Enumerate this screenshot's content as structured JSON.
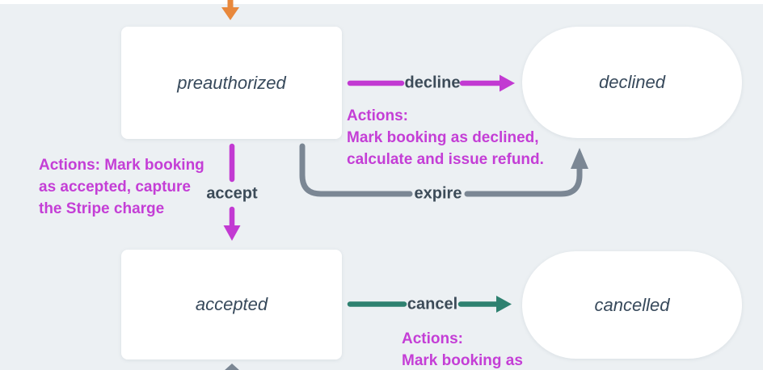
{
  "colors": {
    "bg": "#ecf0f3",
    "node-fill": "#ffffff",
    "node-text": "#37495b",
    "label-text": "#3c4b58",
    "magenta": "#c23ad2",
    "magenta-text": "#c43ed6",
    "teal": "#2e8170",
    "gray": "#7b8794",
    "orange": "#e8883c"
  },
  "states": {
    "preauthorized": "preauthorized",
    "declined": "declined",
    "accepted": "accepted",
    "cancelled": "cancelled"
  },
  "transitions": {
    "decline": {
      "label": "decline"
    },
    "accept": {
      "label": "accept"
    },
    "expire": {
      "label": "expire"
    },
    "cancel": {
      "label": "cancel"
    }
  },
  "annotations": {
    "accept_actions": {
      "lines": [
        "Actions: Mark booking",
        "as accepted, capture",
        "the Stripe charge"
      ]
    },
    "decline_actions": {
      "lines": [
        "Actions:",
        "Mark booking as declined,",
        "calculate and issue refund."
      ]
    },
    "cancel_actions": {
      "lines": [
        "Actions:",
        "Mark booking as"
      ]
    }
  }
}
